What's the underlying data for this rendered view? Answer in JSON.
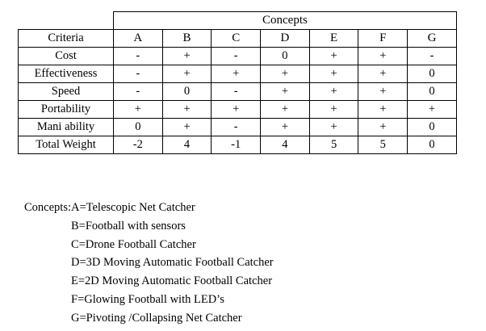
{
  "document": {
    "type": "pugh-decision-matrix"
  },
  "matrix": {
    "corner_blank": "",
    "concepts_header": "Concepts",
    "criteria_header": "Criteria",
    "column_letters": [
      "A",
      "B",
      "C",
      "D",
      "E",
      "F",
      "G"
    ],
    "rows": [
      {
        "criterion": "Cost",
        "values": [
          "-",
          "+",
          "-",
          "0",
          "+",
          "+",
          "-"
        ]
      },
      {
        "criterion": "Effectiveness",
        "values": [
          "-",
          "+",
          "+",
          "+",
          "+",
          "+",
          "0"
        ]
      },
      {
        "criterion": "Speed",
        "values": [
          "-",
          "0",
          "-",
          "+",
          "+",
          "+",
          "0"
        ]
      },
      {
        "criterion": "Portability",
        "values": [
          "+",
          "+",
          "+",
          "+",
          "+",
          "+",
          "+"
        ]
      },
      {
        "criterion": "Mani ability",
        "values": [
          "0",
          "+",
          "-",
          "+",
          "+",
          "+",
          "0"
        ]
      },
      {
        "criterion": "Total Weight",
        "values": [
          "-2",
          "4",
          "-1",
          "4",
          "5",
          "5",
          "0"
        ]
      }
    ]
  },
  "legend": {
    "lead_label": "Concepts:",
    "entries": [
      {
        "key": "A= ",
        "text": "Telescopic Net Catcher"
      },
      {
        "key": "B= ",
        "text": "Football with sensors"
      },
      {
        "key": "C=",
        "text": "Drone Football Catcher"
      },
      {
        "key": "D= ",
        "text": "3D Moving Automatic Football Catcher"
      },
      {
        "key": "E= ",
        "text": "2D Moving Automatic Football Catcher"
      },
      {
        "key": "F= ",
        "text": "Glowing Football with LED’s"
      },
      {
        "key": "G=",
        "text": "Pivoting /Collapsing Net Catcher"
      }
    ]
  },
  "colors": {
    "text": "#000000",
    "border": "#000000",
    "background": "#ffffff"
  }
}
